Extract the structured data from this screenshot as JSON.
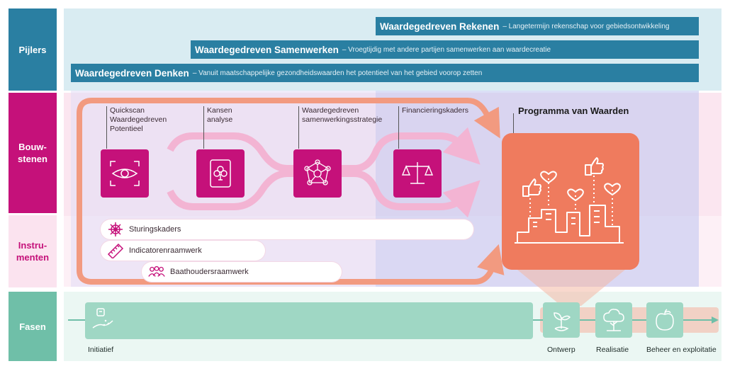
{
  "side_labels": {
    "pijlers": "Pijlers",
    "bouwstenen_1": "Bouw-",
    "bouwstenen_2": "stenen",
    "instrumenten_1": "Instru-",
    "instrumenten_2": "menten",
    "fasen": "Fasen"
  },
  "pillars": [
    {
      "title": "Waardegedreven Rekenen",
      "desc": "– Langetermijn rekenschap voor gebiedsontwikkeling"
    },
    {
      "title": "Waardegedreven Samenwerken",
      "desc": "– Vroegtijdig met andere partijen samenwerken aan waardecreatie"
    },
    {
      "title": "Waardegedreven Denken",
      "desc": "– Vanuit maatschappelijke gezondheidswaarden het potentieel van het gebied voorop zetten"
    }
  ],
  "building_blocks": [
    {
      "line1": "Quickscan",
      "line2": "Waardegedreven",
      "line3": "Potentieel",
      "icon": "eye-scan-icon"
    },
    {
      "line1": "Kansen",
      "line2": "analyse",
      "line3": "",
      "icon": "playing-card-icon"
    },
    {
      "line1": "Waardegedreven",
      "line2": "samenwerkingsstrategie",
      "line3": "",
      "icon": "network-people-icon"
    },
    {
      "line1": "Financieringskaders",
      "line2": "",
      "line3": "",
      "icon": "scales-icon"
    }
  ],
  "program": {
    "title": "Programma van Waarden",
    "icon": "city-likes-icon"
  },
  "instruments": [
    {
      "label": "Sturingskaders",
      "icon": "helm-wheel-icon"
    },
    {
      "label": "Indicatorenraamwerk",
      "icon": "ruler-icon"
    },
    {
      "label": "Baathoudersraamwerk",
      "icon": "people-icon"
    }
  ],
  "phases": [
    {
      "label": "Initiatief",
      "icon": "hand-seed-icon"
    },
    {
      "label": "Ontwerp",
      "icon": "sprout-icon"
    },
    {
      "label": "Realisatie",
      "icon": "tree-icon"
    },
    {
      "label": "Beheer en exploitatie",
      "icon": "apple-icon"
    }
  ],
  "colors": {
    "blue": "#2a7fa2",
    "magenta": "#c5117a",
    "coral": "#ef7b5e",
    "mint": "#9fd7c4",
    "flow_pink": "#f0a9cc"
  }
}
